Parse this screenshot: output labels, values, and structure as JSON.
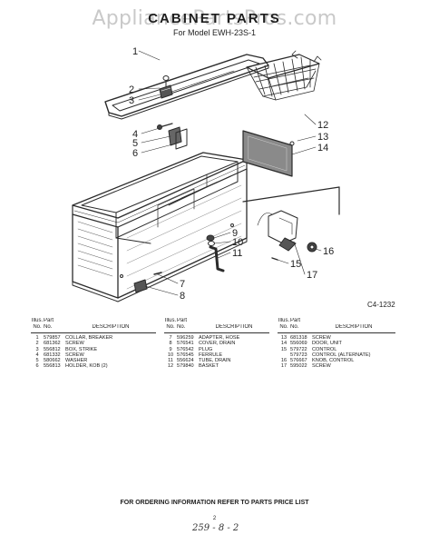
{
  "watermark": "AppliancePartsPros.com",
  "header": {
    "title": "CABINET PARTS",
    "subtitle": "For Model EWH-23S-1"
  },
  "diagram": {
    "code": "C4-1232",
    "callouts": [
      "1",
      "2",
      "3",
      "4",
      "5",
      "6",
      "7",
      "8",
      "9",
      "10",
      "11",
      "12",
      "13",
      "14",
      "15",
      "16",
      "17"
    ]
  },
  "parts_table": {
    "header": {
      "illus": "Illus.",
      "part": "Part",
      "no": "No.",
      "no2": "No.",
      "description": "DESCRIPTION"
    },
    "columns": [
      [
        {
          "no": "1",
          "part": "579857",
          "desc": "COLLAR, BREAKER"
        },
        {
          "no": "2",
          "part": "681362",
          "desc": "SCREW"
        },
        {
          "no": "3",
          "part": "556812",
          "desc": "BOX, STRIKE"
        },
        {
          "no": "4",
          "part": "681332",
          "desc": "SCREW"
        },
        {
          "no": "5",
          "part": "580662",
          "desc": "WASHER"
        },
        {
          "no": "6",
          "part": "556813",
          "desc": "HOLDER, KOB (2)"
        }
      ],
      [
        {
          "no": "7",
          "part": "596259",
          "desc": "ADAPTER, HOSE"
        },
        {
          "no": "8",
          "part": "576541",
          "desc": "COVER, DRAIN"
        },
        {
          "no": "9",
          "part": "576542",
          "desc": "PLUG"
        },
        {
          "no": "10",
          "part": "576545",
          "desc": "FERRULE"
        },
        {
          "no": "11",
          "part": "556624",
          "desc": "TUBE, DRAIN"
        },
        {
          "no": "12",
          "part": "579840",
          "desc": "BASKET"
        }
      ],
      [
        {
          "no": "13",
          "part": "681318",
          "desc": "SCREW"
        },
        {
          "no": "14",
          "part": "556069",
          "desc": "DOOR, UNIT"
        },
        {
          "no": "15",
          "part": "579722",
          "desc": "CONTROL"
        },
        {
          "no": "",
          "part": "579723",
          "desc": "CONTROL (ALTERNATE)"
        },
        {
          "no": "16",
          "part": "576667",
          "desc": "KNOB, CONTROL"
        },
        {
          "no": "17",
          "part": "595022",
          "desc": "SCREW"
        }
      ]
    ]
  },
  "footer": {
    "note": "FOR ORDERING INFORMATION REFER TO PARTS PRICE LIST",
    "page": "2",
    "handwritten": "259 - 8 - 2"
  }
}
